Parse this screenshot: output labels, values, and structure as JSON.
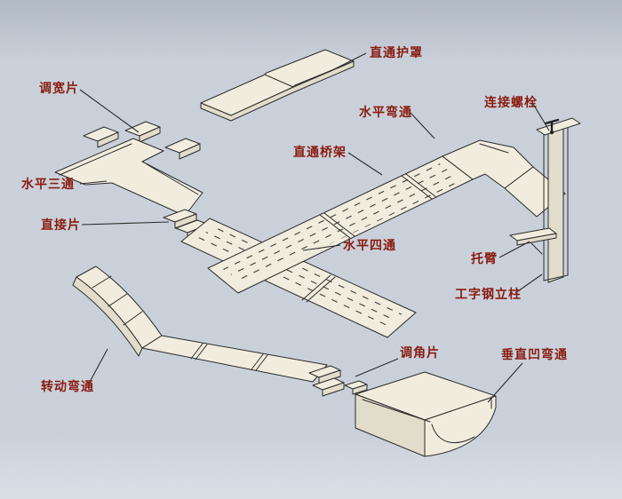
{
  "diagram": {
    "kind": "isometric technical line drawing",
    "subject": "cable tray (bridge rack) components with Chinese callout labels",
    "colors": {
      "background": "#ccd3dd",
      "label": "#8a1c10",
      "line": "#2b2b2b",
      "tray": "#f1edde",
      "shade": "#e2ddcb"
    },
    "labels": [
      {
        "id": "straight-cover",
        "text": "直通护罩"
      },
      {
        "id": "width-adjust-piece",
        "text": "调宽片"
      },
      {
        "id": "horizontal-elbow",
        "text": "水平弯通"
      },
      {
        "id": "connecting-bolt",
        "text": "连接螺栓"
      },
      {
        "id": "straight-tray",
        "text": "直通桥架"
      },
      {
        "id": "horizontal-tee",
        "text": "水平三通"
      },
      {
        "id": "direct-piece",
        "text": "直接片"
      },
      {
        "id": "horizontal-cross",
        "text": "水平四通"
      },
      {
        "id": "support-arm",
        "text": "托臂"
      },
      {
        "id": "i-beam-column",
        "text": "工字钢立柱"
      },
      {
        "id": "angle-adjust-piece",
        "text": "调角片"
      },
      {
        "id": "vertical-concave-elbow",
        "text": "垂直凹弯通"
      },
      {
        "id": "rotating-elbow",
        "text": "转动弯通"
      }
    ]
  }
}
